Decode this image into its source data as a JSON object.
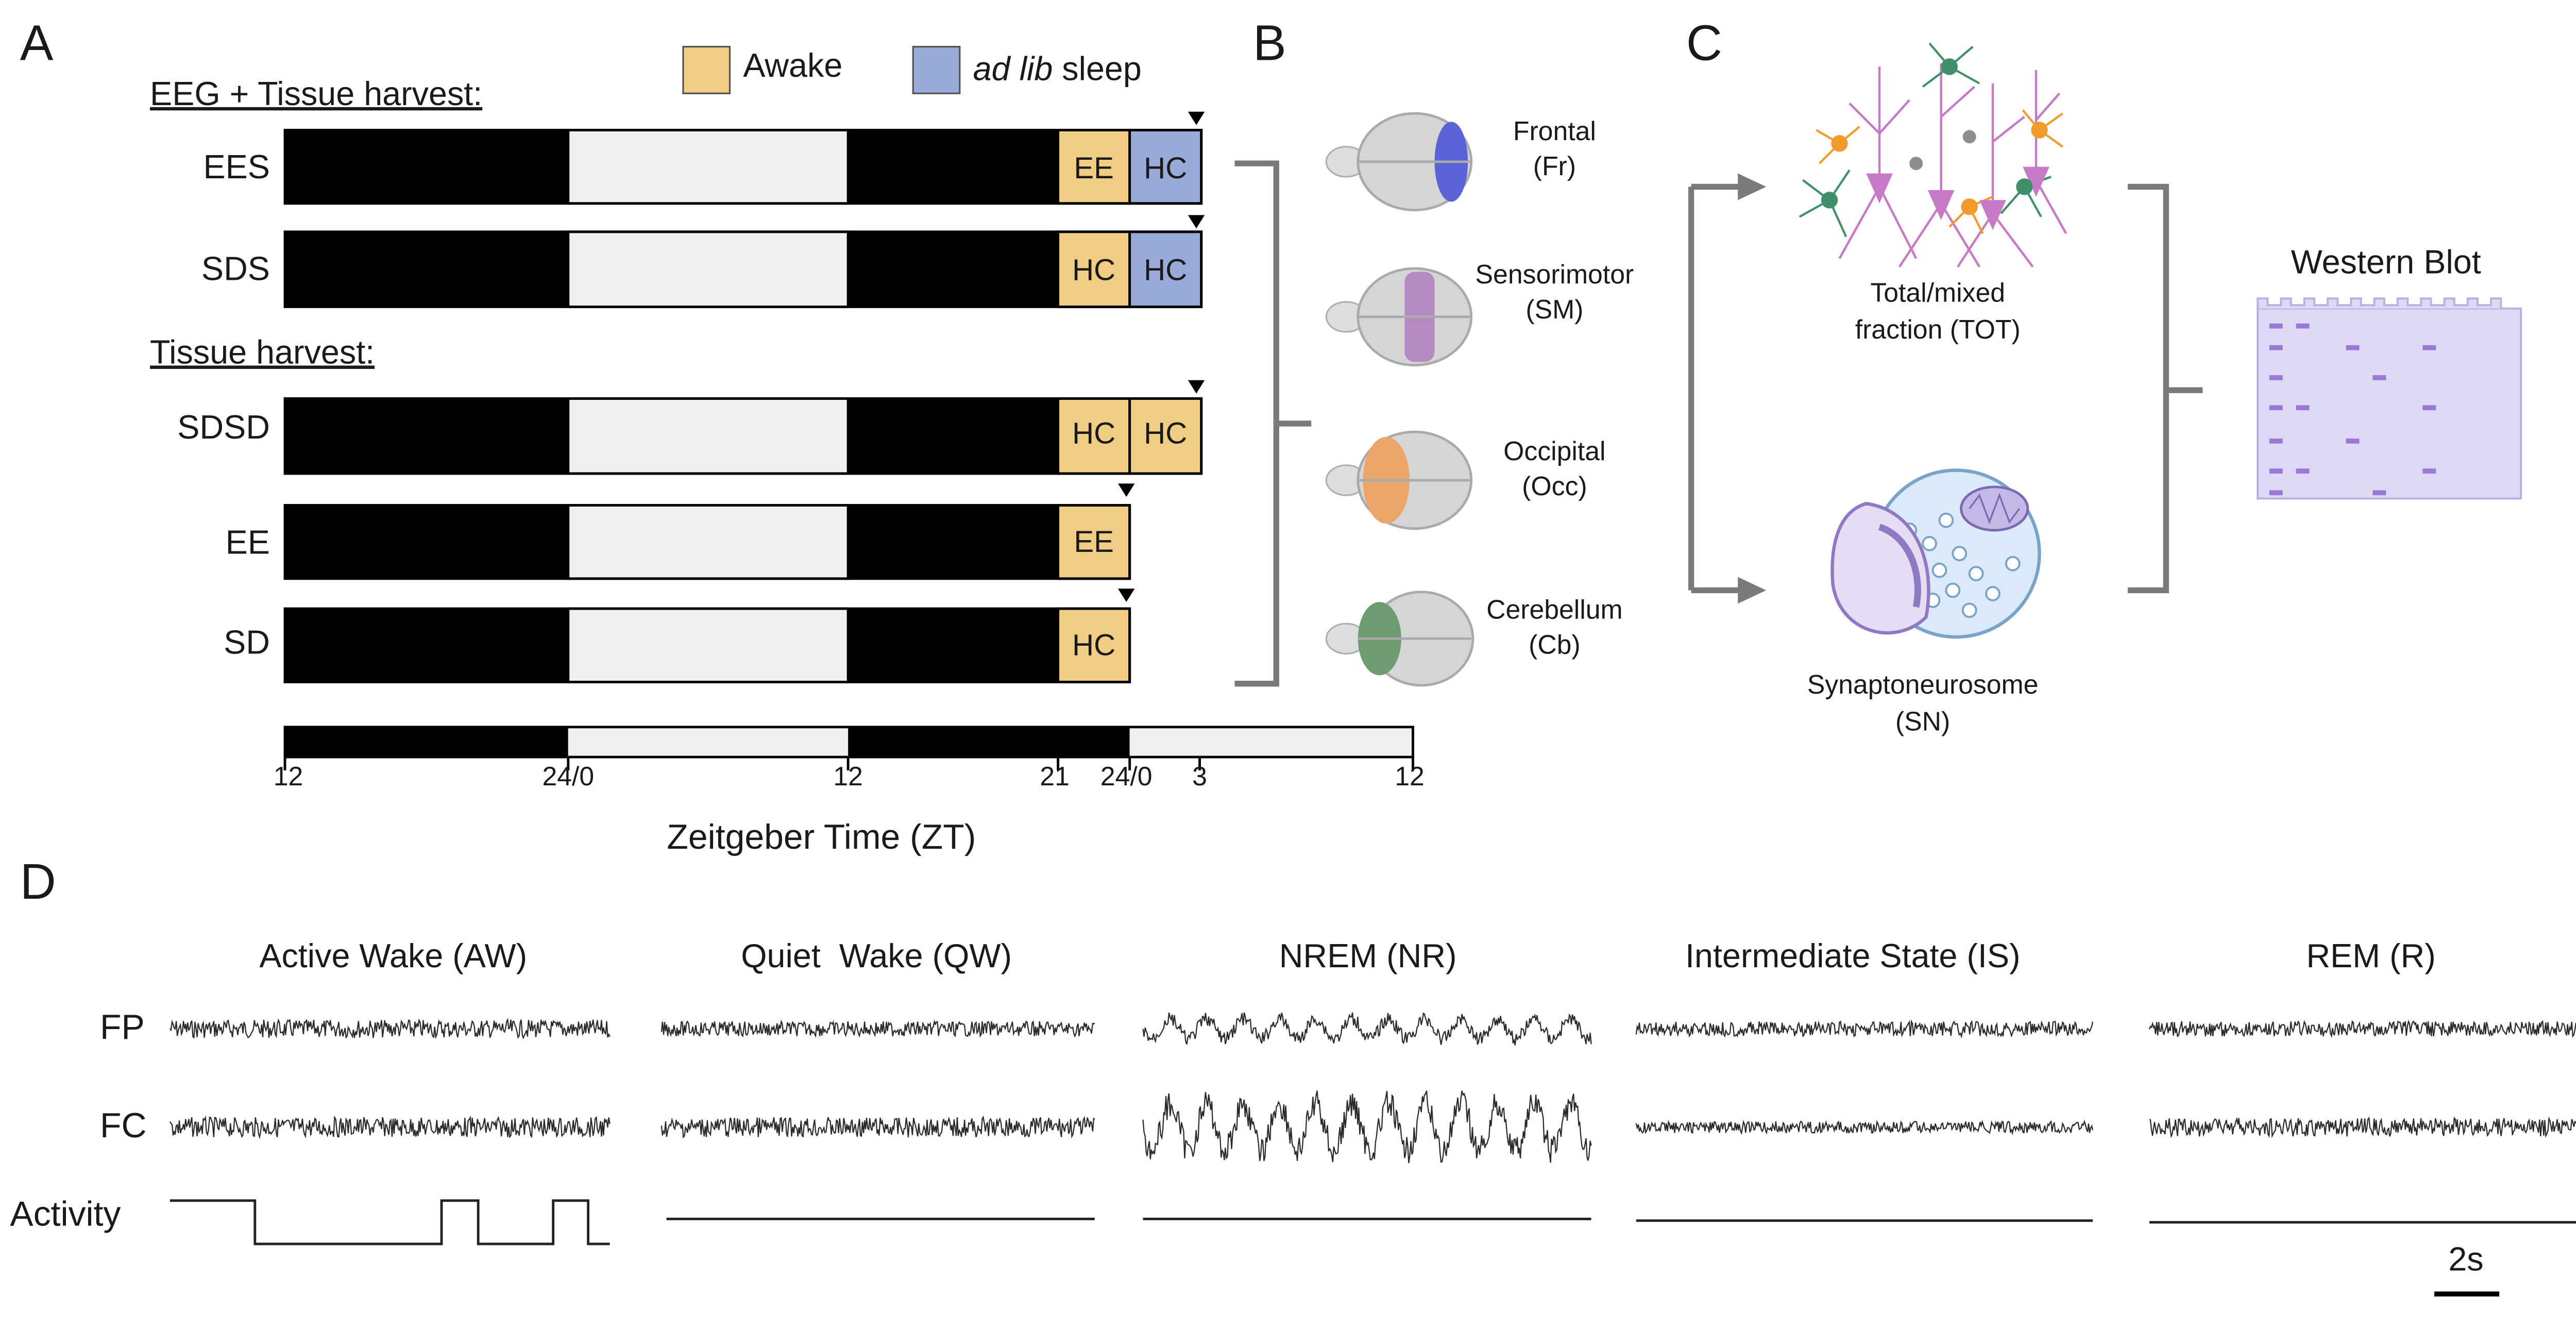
{
  "panel_labels": {
    "a": "A",
    "b": "B",
    "c": "C",
    "d": "D"
  },
  "colors": {
    "dark": "#000000",
    "light": "#efefef",
    "awake": "#f1cd83",
    "sleep": "#9aaad7",
    "frontal": "#5b63d6",
    "sensorimotor": "#b58ac2",
    "occipital": "#eca468",
    "cerebellum": "#6f9b73",
    "neuron_pink": "#c77bc6",
    "neuron_green": "#3f8f6a",
    "neuron_orange": "#f39a2c",
    "blot_bg": "#ddd9f4",
    "blot_band": "#9a78d6",
    "bracket": "#7a7a7a"
  },
  "panel_a": {
    "section1": "EEG + Tissue harvest:",
    "section2": "Tissue harvest:",
    "legend": {
      "awake": "Awake",
      "sleep_italic": "ad lib",
      "sleep_rest": " sleep"
    },
    "rows": [
      {
        "label": "EES",
        "box1": "EE",
        "box1_state": "awake",
        "box2": "HC",
        "box2_state": "sleep"
      },
      {
        "label": "SDS",
        "box1": "HC",
        "box1_state": "awake",
        "box2": "HC",
        "box2_state": "sleep"
      },
      {
        "label": "SDSD",
        "box1": "HC",
        "box1_state": "awake",
        "box2": "HC",
        "box2_state": "awake"
      },
      {
        "label": "EE",
        "box1": "EE",
        "box1_state": "awake",
        "box2": "",
        "box2_state": "none"
      },
      {
        "label": "SD",
        "box1": "HC",
        "box1_state": "awake",
        "box2": "",
        "box2_state": "none"
      }
    ],
    "time_ticks": [
      "12",
      "24/0",
      "12",
      "21",
      "24/0",
      "3",
      "12"
    ],
    "axis_label": "Zeitgeber Time (ZT)"
  },
  "panel_b": {
    "regions": [
      {
        "name": "Frontal",
        "abbr": "(Fr)"
      },
      {
        "name": "Sensorimotor",
        "abbr": "(SM)"
      },
      {
        "name": "Occipital",
        "abbr": "(Occ)"
      },
      {
        "name": "Cerebellum",
        "abbr": "(Cb)"
      }
    ]
  },
  "panel_c": {
    "tot_line1": "Total/mixed",
    "tot_line2": "fraction (TOT)",
    "sn_line1": "Synaptoneurosome",
    "sn_line2": "(SN)",
    "blot_title": "Western Blot"
  },
  "panel_d": {
    "states": [
      "Active Wake (AW)",
      "Quiet  Wake (QW)",
      "NREM (NR)",
      "Intermediate State (IS)",
      "REM (R)"
    ],
    "row_labels": {
      "fp": "FP",
      "fc": "FC",
      "activity": "Activity"
    },
    "scale_label": "2s"
  }
}
